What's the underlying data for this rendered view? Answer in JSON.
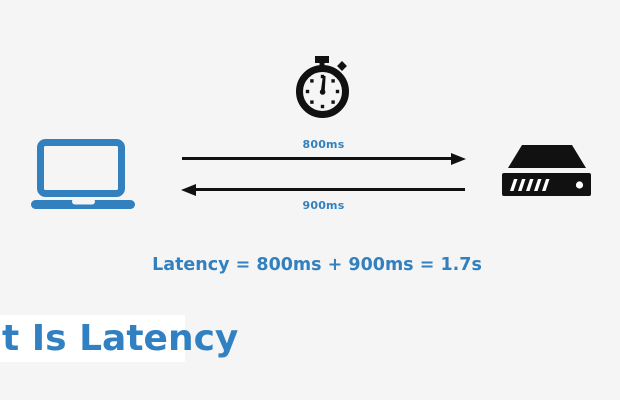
{
  "colors": {
    "background": "#f5f5f6",
    "accent": "#3380be",
    "title_blue": "#3181c2",
    "icon_black": "#111111",
    "band_white": "#ffffff"
  },
  "diagram": {
    "client_icon": "laptop-icon",
    "timer_icon": "stopwatch-icon",
    "server_icon": "server-icon",
    "request_arrow_icon": "arrow-right-icon",
    "response_arrow_icon": "arrow-left-icon",
    "request_label": "800ms",
    "response_label": "900ms",
    "formula": "Latency = 800ms + 900ms = 1.7s"
  },
  "title": {
    "text": "t Is Latency"
  }
}
